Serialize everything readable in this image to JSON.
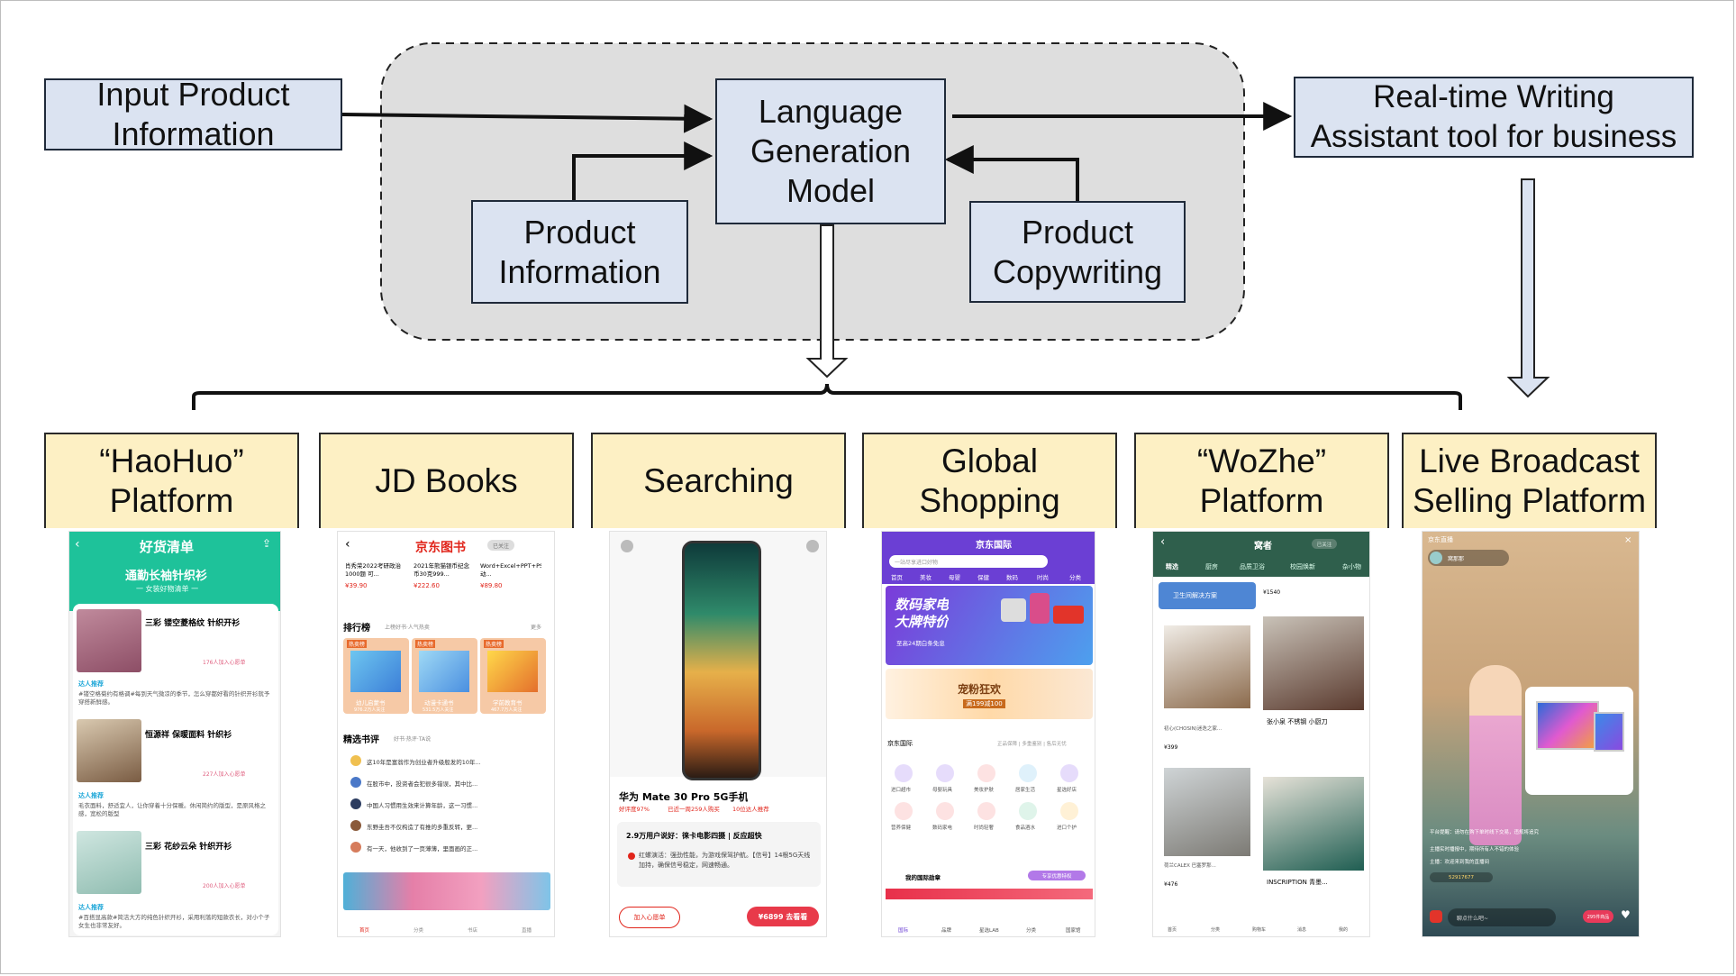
{
  "colors": {
    "blue_box": "#dbe3f1",
    "tan_box": "#fdf0c4",
    "dashed_region": "#dedede",
    "teal": "#1ec29a",
    "jd_red": "#e1251b",
    "purple": "#6b3fd4"
  },
  "nodes": {
    "input": "Input Product\nInformation",
    "model": "Language\nGeneration\nModel",
    "product_info": "Product\nInformation",
    "product_copy": "Product\nCopywriting",
    "assistant": "Real-time Writing\nAssistant tool for business"
  },
  "platforms": [
    {
      "label": "“HaoHuo”\nPlatform"
    },
    {
      "label": "JD Books"
    },
    {
      "label": "Searching"
    },
    {
      "label": "Global\nShopping"
    },
    {
      "label": "“WoZhe”\nPlatform"
    },
    {
      "label": "Live Broadcast\nSelling Platform"
    }
  ],
  "screens": {
    "haohuo": {
      "header": "好货清单",
      "subtitle": "通勤长袖针织衫",
      "caption": "一 女装好物清单 一",
      "items": [
        {
          "title": "三彩 镂空菱格纹 针织开衫",
          "count": "176人加入心愿单",
          "rec_tag": "达人推荐",
          "rec": "#镂空格菊约有格调#每到天气微凉的季节，怎么穿都好看的针织开衫就予穿搭新鲜感。"
        },
        {
          "title": "恒源祥 保暖面料 针织衫",
          "count": "227人加入心愿单",
          "rec_tag": "达人推荐",
          "rec": "毛衣面料，舒适宜人，让你穿着十分保暖。休闲简约的版型，是原风格之感，宽松的版型"
        },
        {
          "title": "三彩 花纱云朵 针织开衫",
          "count": "200人加入心愿单",
          "rec_tag": "达人推荐",
          "rec": "#百搭显高款#简洁大方的纯色针织开衫，采用利落的短款衣长，对小个子女生也非常友好。"
        }
      ]
    },
    "jdbooks": {
      "header": "京东图书",
      "follow": "已关注",
      "top": [
        {
          "t": "肖秀荣2022考研政治1000题 可...",
          "p": "¥39.90"
        },
        {
          "t": "2021年熊猫银币纪念币30克999...",
          "p": "¥222.60"
        },
        {
          "t": "Word+Excel+PPT+PS+移动...",
          "p": "¥89.80"
        }
      ],
      "rank_title": "排行榜",
      "rank_sub": "上榜好书·人气热卖",
      "more": "更多",
      "rank": [
        {
          "tag": "热卖榜",
          "name": "幼儿启蒙书",
          "sub": "976.2万人关注"
        },
        {
          "tag": "热卖榜",
          "name": "动漫卡通书",
          "sub": "531.5万人关注"
        },
        {
          "tag": "热卖榜",
          "name": "学前教育书",
          "sub": "467.7万人关注"
        }
      ],
      "review_title": "精选书评",
      "review_sub": "好书·热评·TA说",
      "reviews": [
        "这10年是富翁作为创业者升级般发的10年...",
        "在股市中，投资者会犯很多错误，其中比...",
        "中国人习惯用生效来计算年龄，这一习惯...",
        "东野圭吾不仅构造了有推的多重反转，更...",
        "有一天，他收到了一页薄薄，里面画的正..."
      ],
      "tabs": [
        "首页",
        "分类",
        "书店",
        "直播"
      ]
    },
    "search": {
      "title": "华为 Mate 30 Pro 5G手机",
      "tags": [
        "好评度97%",
        "已近一周259人购买",
        "10位达人推荐"
      ],
      "review_head": "2.9万用户说好：徕卡电影四摄 | 反应超快",
      "review": "红螺演活：强劲性能，为游戏保驾护航。【信号】14根5G天线加持，确保信号稳定，网速畅通。",
      "wish": "加入心愿单",
      "buy": "¥6899  去看看"
    },
    "global": {
      "header": "京东国际",
      "search": "一站尽享进口好物",
      "tabs": [
        "首页",
        "美妆",
        "母婴",
        "保健",
        "数码",
        "时尚",
        "分类"
      ],
      "banner": "数码家电\n大牌特价",
      "banner_sub": "至高24期白条免息",
      "promo": "宠粉狂欢",
      "promo_sub": "满199减100",
      "sec_title": "京东国际",
      "sec_sub": "正品保障 | 多重鉴别 | 售后无忧",
      "icons": [
        "进口超市",
        "母婴玩具",
        "美妆护肤",
        "居家生活",
        "星选好店",
        "营养保健",
        "数码家电",
        "时尚轻奢",
        "食品酒水",
        "进口个护"
      ],
      "coupon": "我的国际勋章",
      "coupon_btn": "专享优惠特权",
      "nav": [
        "国际",
        "品牌",
        "星选LAB",
        "分类",
        "国家馆"
      ]
    },
    "wozhe": {
      "header": "窝者",
      "follow": "已关注",
      "tabs": [
        "精选",
        "厨房",
        "品质卫浴",
        "校园焕新",
        "杂小物"
      ],
      "cards": [
        {
          "t": "卫生间解决方案",
          "p": ""
        },
        {
          "t": "",
          "p": "¥1540"
        },
        {
          "t": "初心(CHOSIN)迷迭之家...",
          "p": "¥399"
        },
        {
          "t": "张小泉 不锈钢 小厨刀",
          "p": ""
        },
        {
          "t": "荷兰CALEX 巴塞罗那...",
          "p": "¥476"
        },
        {
          "t": "INSCRIPTION 青墨...",
          "p": ""
        }
      ],
      "nav": [
        "首页",
        "分类",
        "购物车",
        "消息",
        "我的"
      ]
    },
    "live": {
      "brand": "京东直播",
      "host": "窝那那",
      "chat1": "平台提醒：请勿在购下单时线下交易，违规将追究",
      "chat2": "主播实时播报中，期待所有人不错的体验",
      "chat3": "主播：欢迎来到我的直播间",
      "viewers": "52917677",
      "input": "聊点什么吧~",
      "badge": "295件商品"
    }
  }
}
